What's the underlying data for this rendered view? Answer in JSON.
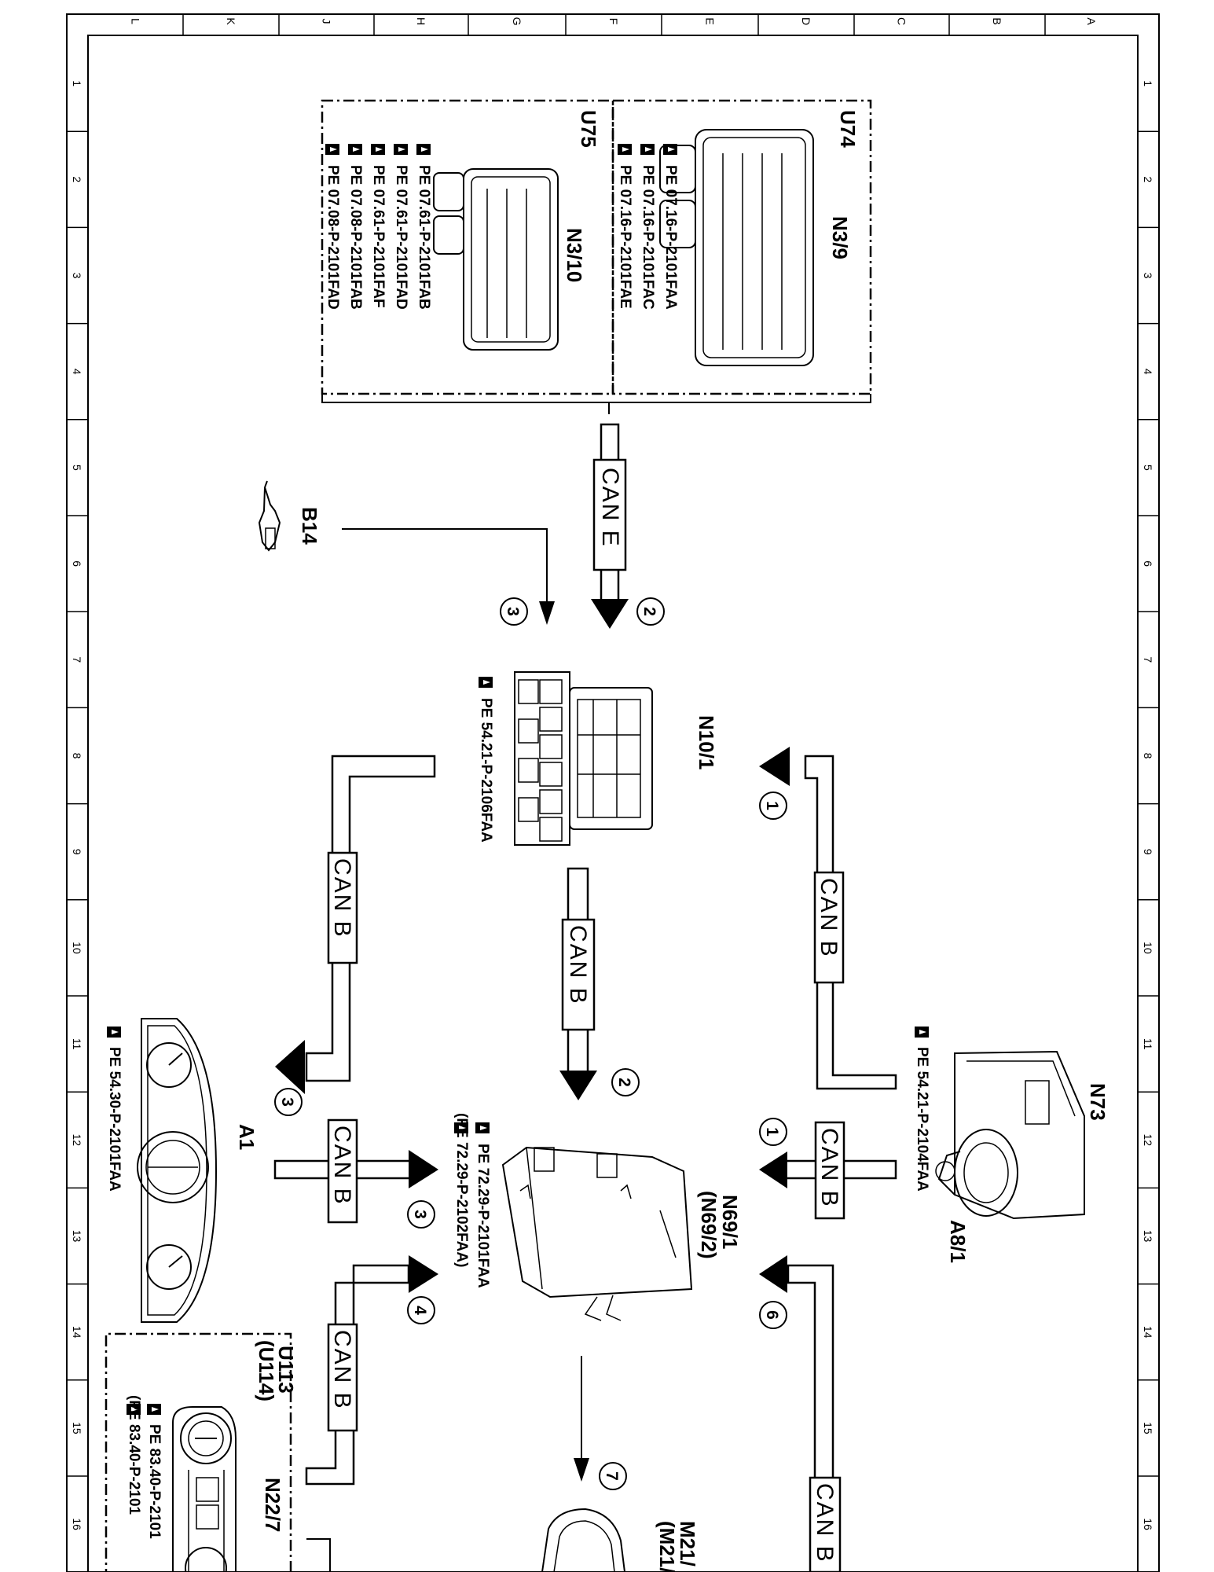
{
  "border": {
    "columns": [
      "L",
      "K",
      "J",
      "H",
      "G",
      "F",
      "E",
      "D",
      "C",
      "B",
      "A"
    ],
    "rows": [
      "1",
      "2",
      "3",
      "4",
      "5",
      "6",
      "7",
      "8",
      "9",
      "10",
      "11",
      "12",
      "13",
      "14",
      "15",
      "16"
    ]
  },
  "components": {
    "u74": {
      "id": "U74",
      "name": "N3/9",
      "refs": [
        "PE 07.16-P-2101FAA",
        "PE 07.16-P-2101FAC",
        "PE 07.16-P-2101FAE"
      ]
    },
    "u75": {
      "id": "U75",
      "name": "N3/10",
      "refs": [
        "PE 07.61-P-2101FAB",
        "PE 07.61-P-2101FAD",
        "PE 07.61-P-2101FAF",
        "PE 07.08-P-2101FAB",
        "PE 07.08-P-2101FAD"
      ]
    },
    "b14": {
      "name": "B14"
    },
    "n10_1": {
      "name": "N10/1",
      "ref": "PE 54.21-P-2106FAA"
    },
    "n73": {
      "name": "N73",
      "sub": "A8/1",
      "ref": "PE 54.21-P-2104FAA"
    },
    "n69_1": {
      "name": "N69/1",
      "alt": "(N69/2)",
      "ref": "PE 72.29-P-2101FAA",
      "ref_alt": "(PE 72.29-P-2102FAA)"
    },
    "a1": {
      "name": "A1",
      "ref": "PE 54.30-P-2101FAA"
    },
    "u113": {
      "id": "U113",
      "id_alt": "(U114)",
      "name": "N22/7",
      "ref": "PE 83.40-P-2101",
      "ref_alt": "(PE 83.40-P-2101"
    },
    "m21": {
      "name": "M21/",
      "alt": "(M21/"
    }
  },
  "buses": {
    "can_e": "CAN E",
    "can_b": "CAN B"
  },
  "markers": {
    "m1": "1",
    "m2": "2",
    "m3": "3",
    "m4": "4",
    "m6": "6",
    "m7": "7"
  }
}
